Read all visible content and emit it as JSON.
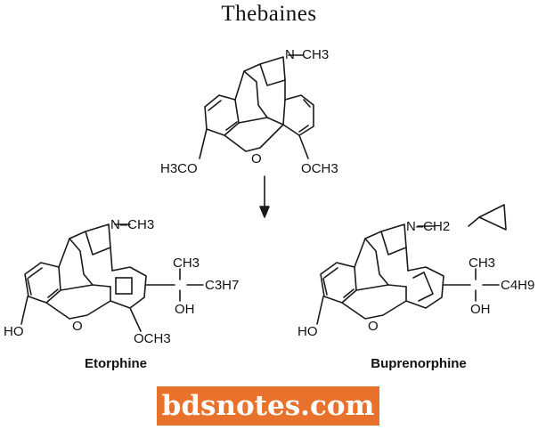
{
  "title": "Thebaines",
  "molecules": {
    "top": {
      "n_methyl": "N–CH3",
      "left_methoxy": "H3CO",
      "right_methoxy": "OCH3",
      "ring_oxygen": "O"
    },
    "etorphine": {
      "caption": "Etorphine",
      "n_methyl": "N–CH3",
      "methyl": "CH3",
      "propyl": "C3H7",
      "hydroxyl": "OH",
      "phenol": "HO",
      "ring_oxygen": "O",
      "methoxy": "OCH3"
    },
    "buprenorphine": {
      "caption": "Buprenorphine",
      "n_substituent": "N–CH2",
      "methyl": "CH3",
      "butyl": "C4H9",
      "hydroxyl": "OH",
      "phenol": "HO",
      "ring_oxygen": "O"
    }
  },
  "watermark": "bdsnotes.com",
  "colors": {
    "watermark_bg": "#e8712c",
    "watermark_text": "#ffffff",
    "lines": "#1a1a1a"
  }
}
